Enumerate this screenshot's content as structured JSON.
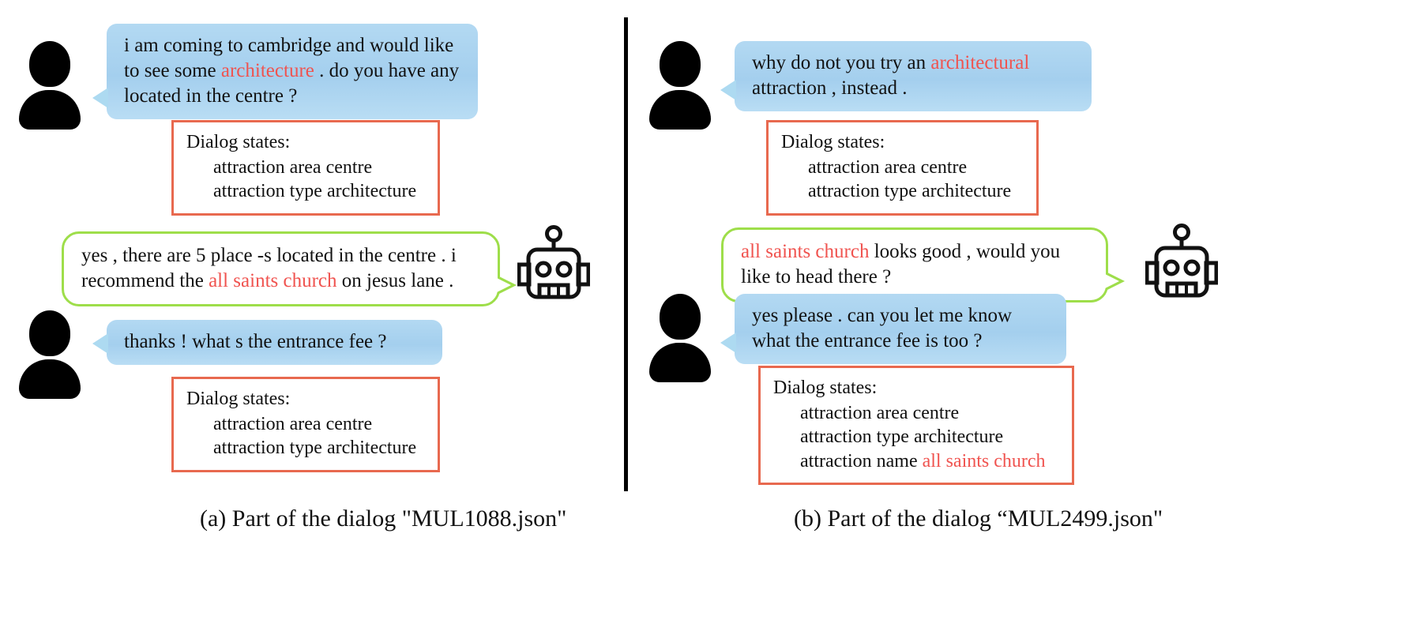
{
  "figure": {
    "divider": "vertical-rule",
    "colors": {
      "user_bubble": "#a9d5f0",
      "bot_bubble_border": "#9ede4a",
      "states_box_border": "#e8694f",
      "highlight_text": "#f0534f",
      "text": "#111111",
      "divider": "#000000"
    }
  },
  "panel_a": {
    "caption": "(a) Part of the dialog \"MUL1088.json\"",
    "turns": [
      {
        "role": "user",
        "icon": "user-avatar-icon",
        "text_parts": [
          {
            "t": "i am coming to cambridge and would like to see some ",
            "hl": false
          },
          {
            "t": "architecture",
            "hl": true
          },
          {
            "t": " . do you have any located in the centre ?",
            "hl": false
          }
        ]
      },
      {
        "role": "states",
        "title": "Dialog states:",
        "lines": [
          [
            {
              "t": "attraction area centre",
              "hl": false
            }
          ],
          [
            {
              "t": "attraction type architecture",
              "hl": false
            }
          ]
        ]
      },
      {
        "role": "bot",
        "icon": "robot-icon",
        "text_parts": [
          {
            "t": "yes , there are 5 place -s located in the centre . i recommend the ",
            "hl": false
          },
          {
            "t": "all saints church",
            "hl": true
          },
          {
            "t": " on jesus lane .",
            "hl": false
          }
        ]
      },
      {
        "role": "user",
        "icon": "user-avatar-icon",
        "text_parts": [
          {
            "t": "thanks ! what s the entrance fee ?",
            "hl": false
          }
        ]
      },
      {
        "role": "states",
        "title": "Dialog states:",
        "lines": [
          [
            {
              "t": "attraction area centre",
              "hl": false
            }
          ],
          [
            {
              "t": "attraction type architecture",
              "hl": false
            }
          ]
        ]
      }
    ]
  },
  "panel_b": {
    "caption": "(b) Part of the dialog “MUL2499.json\"",
    "turns": [
      {
        "role": "user",
        "icon": "user-avatar-icon",
        "text_parts": [
          {
            "t": "why do not you try an ",
            "hl": false
          },
          {
            "t": "architectural",
            "hl": true
          },
          {
            "t": " attraction , instead .",
            "hl": false
          }
        ]
      },
      {
        "role": "states",
        "title": "Dialog states:",
        "lines": [
          [
            {
              "t": "attraction area centre",
              "hl": false
            }
          ],
          [
            {
              "t": "attraction type architecture",
              "hl": false
            }
          ]
        ]
      },
      {
        "role": "bot",
        "icon": "robot-icon",
        "text_parts": [
          {
            "t": "all saints church",
            "hl": true
          },
          {
            "t": " looks good , would you like to head there ?",
            "hl": false
          }
        ]
      },
      {
        "role": "user",
        "icon": "user-avatar-icon",
        "text_parts": [
          {
            "t": "yes please . can you let me know what the entrance fee is too ?",
            "hl": false
          }
        ]
      },
      {
        "role": "states",
        "title": "Dialog states:",
        "lines": [
          [
            {
              "t": "attraction area centre",
              "hl": false
            }
          ],
          [
            {
              "t": "attraction type architecture",
              "hl": false
            }
          ],
          [
            {
              "t": "attraction name ",
              "hl": false
            },
            {
              "t": "all saints church",
              "hl": true
            }
          ]
        ]
      }
    ]
  }
}
